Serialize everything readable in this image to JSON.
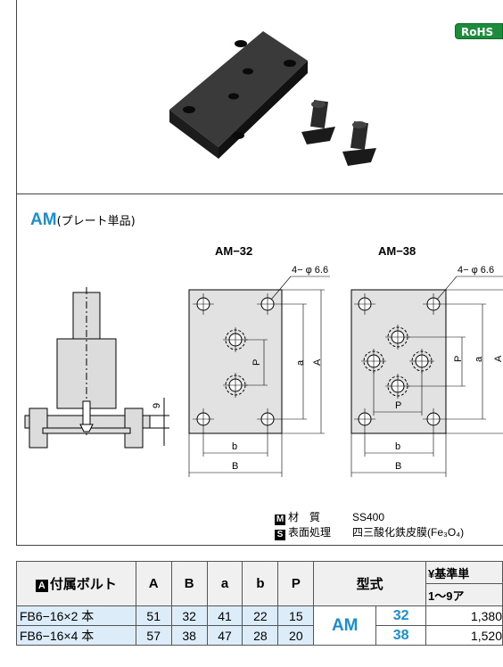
{
  "badge": {
    "rohs": "RoHS"
  },
  "section": {
    "code": "AM",
    "subtitle": "(プレート単品)"
  },
  "drawings": {
    "am32_title": "AM−32",
    "am38_title": "AM−38",
    "hole_note": "4− φ 6.6",
    "dim_P": "P",
    "dim_a": "a",
    "dim_A": "A",
    "dim_b": "b",
    "dim_B": "B",
    "dim_9": "9"
  },
  "spec": {
    "material_label": "材　質",
    "material_value": "SS400",
    "surface_label": "表面処理",
    "surface_value": "四三酸化鉄皮膜(Fe₃O₄)",
    "m_icon": "M",
    "s_icon": "S"
  },
  "table": {
    "bolt_icon": "A",
    "headers": {
      "bolt": "付属ボルト",
      "A": "A",
      "B": "B",
      "a": "a",
      "b": "b",
      "P": "P",
      "type": "型式",
      "price": "¥基準単",
      "qty": "1〜9ア"
    },
    "type_code": "AM",
    "rows": [
      {
        "bolt": "FB6−16×2 本",
        "A": "51",
        "B": "32",
        "a": "41",
        "b": "22",
        "P": "15",
        "size": "32",
        "price": "1,380"
      },
      {
        "bolt": "FB6−16×4 本",
        "A": "57",
        "B": "38",
        "a": "47",
        "b": "28",
        "P": "20",
        "size": "38",
        "price": "1,520"
      }
    ]
  }
}
